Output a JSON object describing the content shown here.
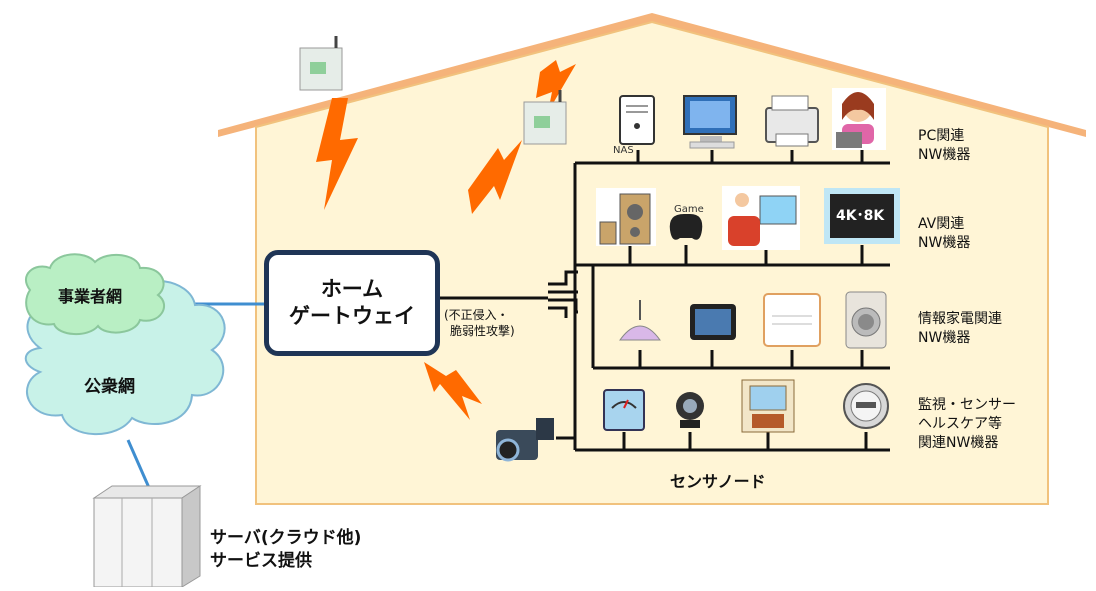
{
  "gateway": {
    "line1": "ホーム",
    "line2": "ゲートウェイ"
  },
  "attack_note": {
    "line1": "(不正侵入・",
    "line2": "脆弱性攻撃)"
  },
  "clouds": {
    "operator": "事業者網",
    "public": "公衆網"
  },
  "server": {
    "line1": "サーバ(クラウド他)",
    "line2": "サービス提供"
  },
  "sensor_node": "センサノード",
  "groups": [
    {
      "line1": "PC関連",
      "line2": "NW機器"
    },
    {
      "line1": "AV関連",
      "line2": "NW機器"
    },
    {
      "line1": "情報家電関連",
      "line2": "NW機器"
    },
    {
      "line1": "監視・センサー",
      "line2": "ヘルスケア等",
      "line3": "関連NW機器"
    }
  ],
  "device_tags": {
    "nas": "NAS",
    "game": "Game",
    "tv": "4K･8K"
  },
  "colors": {
    "house_fill": "#fff5d6",
    "house_roof": "#f5b37a",
    "gateway_border": "#1f3556",
    "cloud_fill": "#c8f2e8",
    "cloud_operator_fill": "#b9efc4",
    "lightning": "#ff6a00",
    "network_line": "#111111",
    "uplink": "#3f8ed0"
  }
}
